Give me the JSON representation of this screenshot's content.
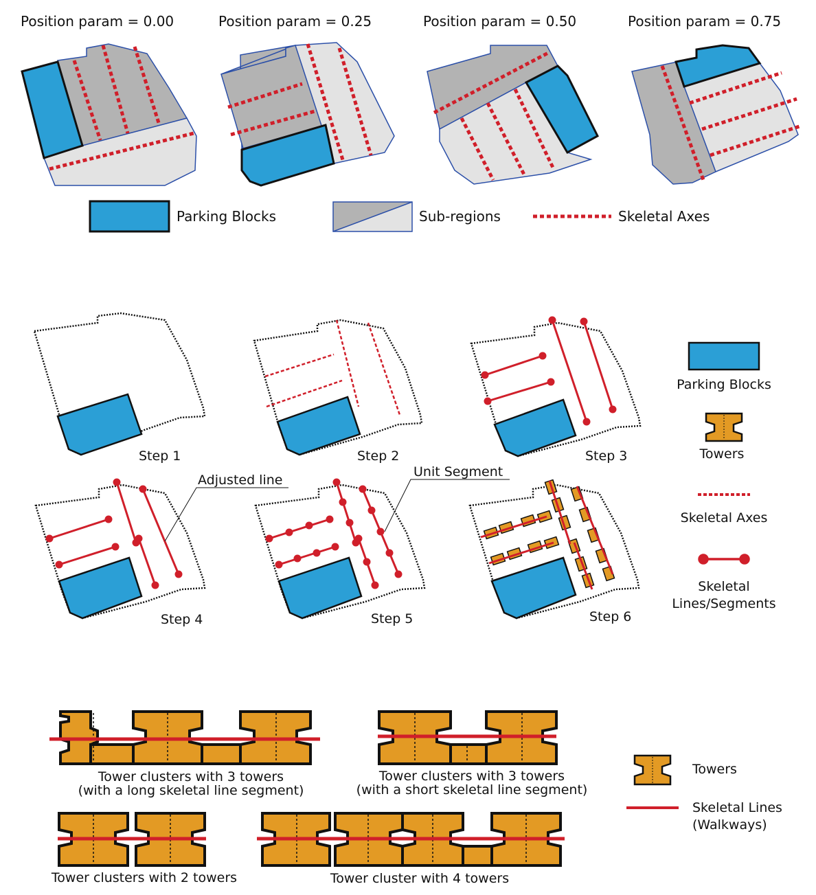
{
  "colors": {
    "parking": "#2b9fd6",
    "subregion_dark": "#b3b3b3",
    "subregion_light": "#e3e3e3",
    "subregion_stroke": "#2b4fa8",
    "axis": "#d01f2a",
    "tower": "#e39a24",
    "outline": "#111111"
  },
  "panel_a": {
    "titles": [
      "Position param = 0.00",
      "Position param = 0.25",
      "Position param = 0.50",
      "Position param = 0.75"
    ],
    "legend": {
      "parking": "Parking Blocks",
      "subregions": "Sub-regions",
      "axes": "Skeletal Axes"
    }
  },
  "panel_b": {
    "steps": [
      "Step 1",
      "Step 2",
      "Step 3",
      "Step 4",
      "Step 5",
      "Step 6"
    ],
    "callouts": {
      "adjusted": "Adjusted line",
      "unit": "Unit Segment"
    },
    "legend": {
      "parking": "Parking Blocks",
      "towers": "Towers",
      "axes": "Skeletal Axes",
      "lines_1": "Skeletal",
      "lines_2": "Lines/Segments"
    }
  },
  "panel_c": {
    "cap_long_1": "Tower clusters with 3 towers",
    "cap_long_2": "(with a long skeletal line segment)",
    "cap_short_1": "Tower clusters with 3 towers",
    "cap_short_2": "(with a short skeletal line segment)",
    "cap_two": "Tower clusters with 2 towers",
    "cap_four": "Tower cluster with 4 towers",
    "legend": {
      "towers": "Towers",
      "lines_1": "Skeletal Lines",
      "lines_2": "(Walkways)"
    }
  }
}
